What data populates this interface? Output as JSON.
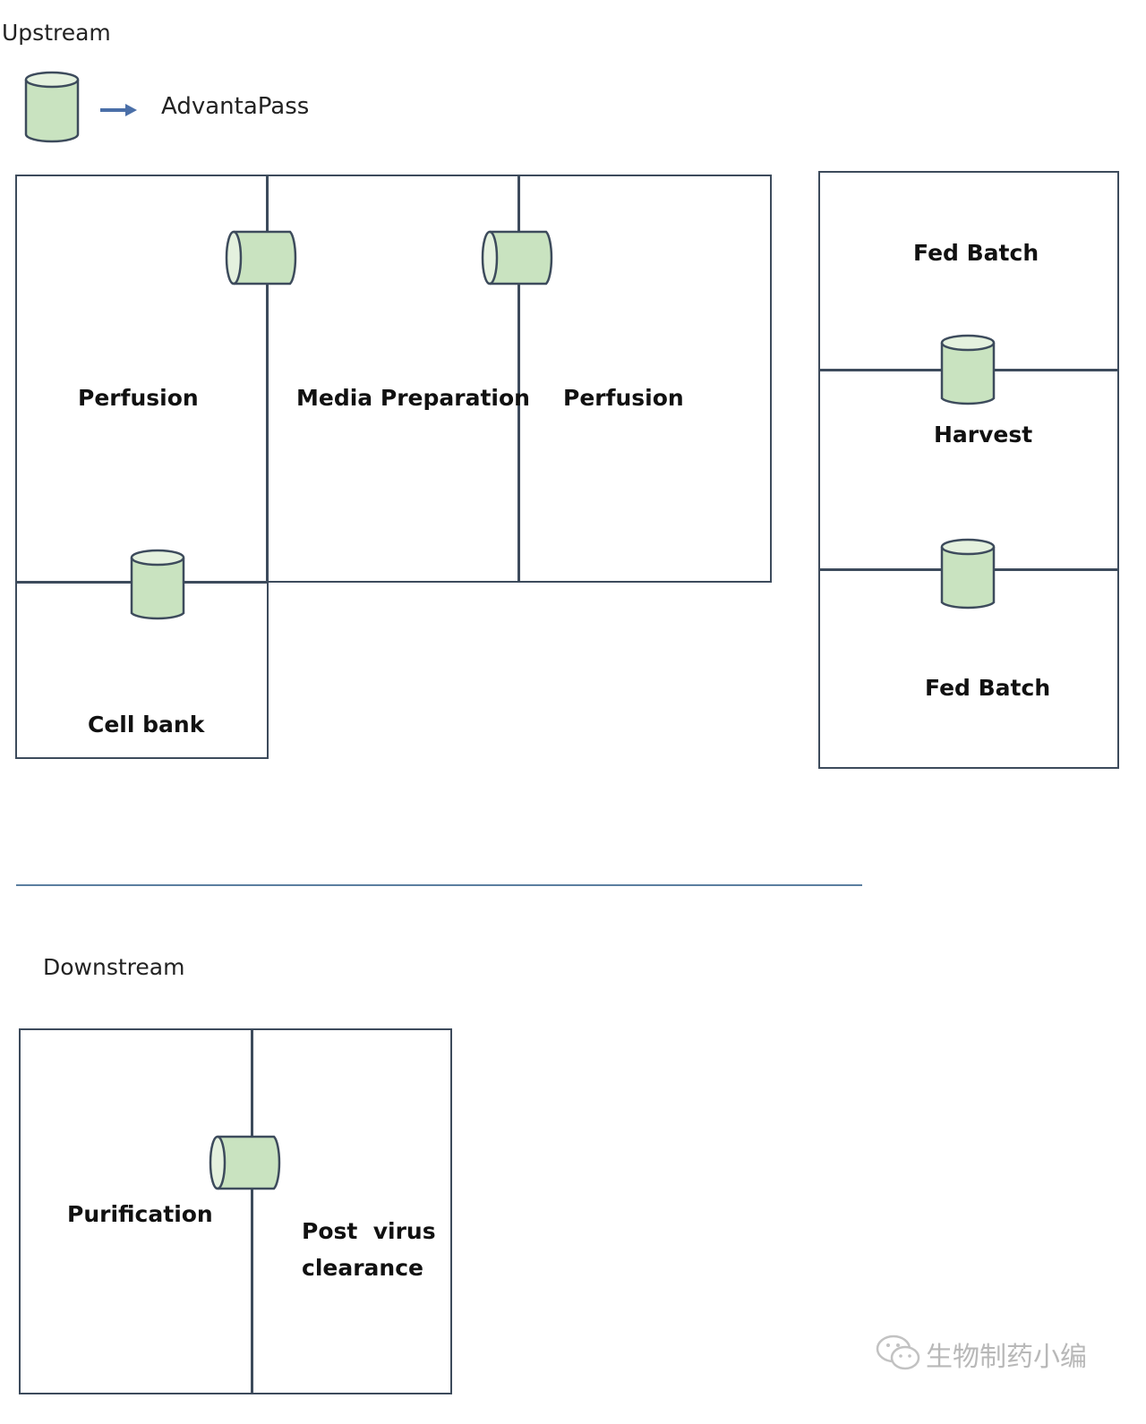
{
  "sections": {
    "upstream_label": "Upstream",
    "downstream_label": "Downstream"
  },
  "legend": {
    "icon": "cylinder-passthrough-icon",
    "arrow_icon": "arrow-right-icon",
    "label": "AdvantaPass"
  },
  "upstream": {
    "room_perfusion_left": "Perfusion",
    "room_media_preparation": "Media Preparation",
    "room_perfusion_right": "Perfusion",
    "room_cell_bank": "Cell bank",
    "room_fed_batch_top": "Fed Batch",
    "room_harvest": "Harvest",
    "room_fed_batch_bottom": "Fed Batch"
  },
  "downstream": {
    "room_purification": "Purification",
    "room_post_virus_line1": "Post  virus",
    "room_post_virus_line2": "clearance"
  },
  "watermark": {
    "text": "生物制药小编",
    "icon": "wechat-icon"
  },
  "colors": {
    "passthrough_fill": "#c9e3c0",
    "passthrough_top": "#e4f1de",
    "outline": "#3d4b5c",
    "arrow": "#4a6fa8",
    "divider": "#5b7ea0"
  }
}
